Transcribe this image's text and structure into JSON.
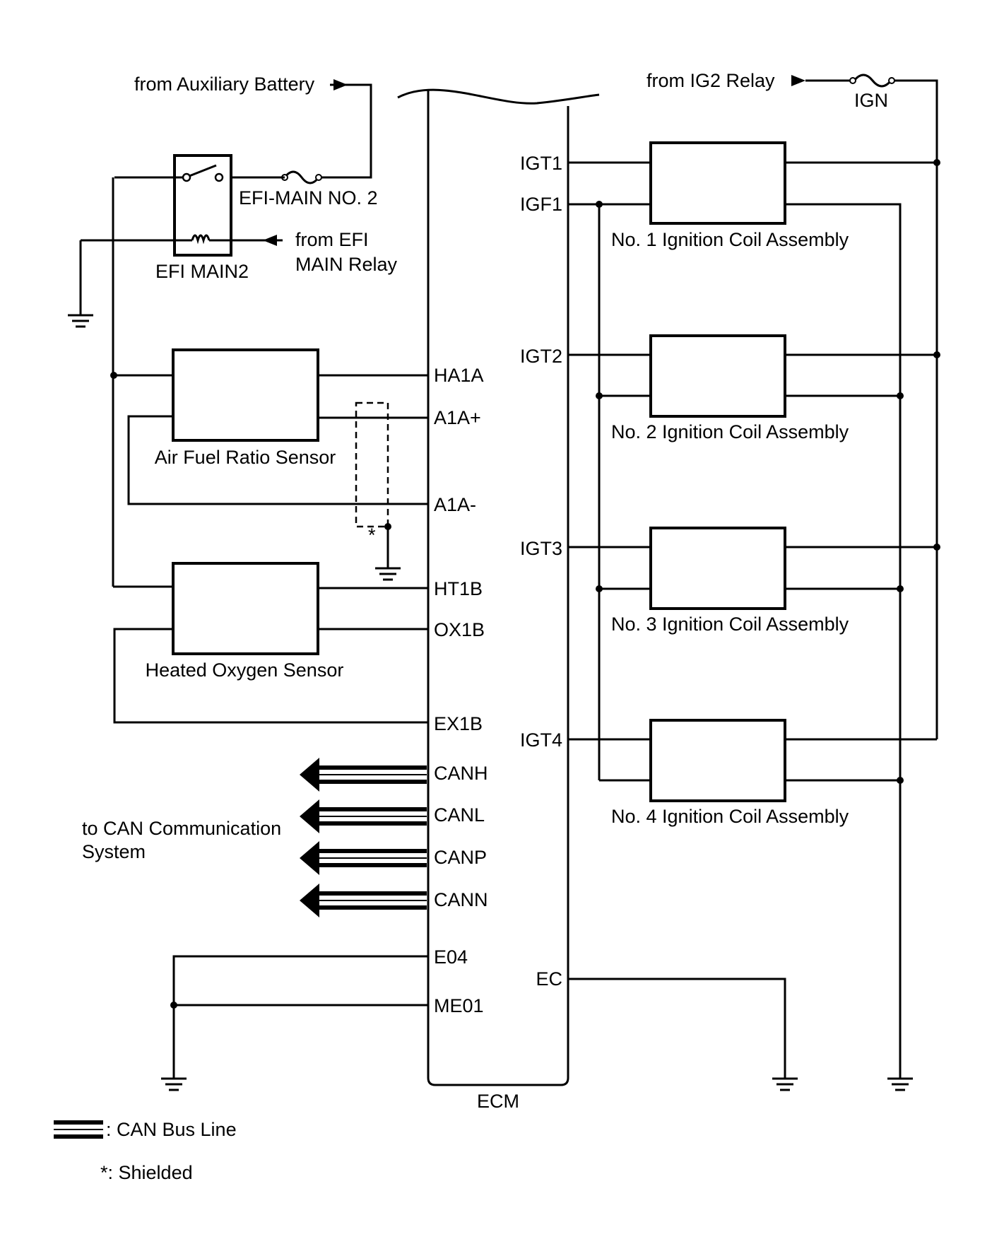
{
  "colors": {
    "line": "#000000",
    "background": "#ffffff"
  },
  "ecm": {
    "label": "ECM",
    "left_pins": {
      "ha1a": "HA1A",
      "a1a_plus": "A1A+",
      "a1a_minus": "A1A-",
      "ht1b": "HT1B",
      "ox1b": "OX1B",
      "ex1b": "EX1B",
      "canh": "CANH",
      "canl": "CANL",
      "canp": "CANP",
      "cann": "CANN",
      "e04": "E04",
      "me01": "ME01"
    },
    "right_pins": {
      "igt1": "IGT1",
      "igf1": "IGF1",
      "igt2": "IGT2",
      "igt3": "IGT3",
      "igt4": "IGT4",
      "ec": "EC"
    }
  },
  "labels": {
    "from_aux_battery": "from Auxiliary Battery",
    "efi_main_no2": "EFI-MAIN NO. 2",
    "from_efi_line1": "from EFI",
    "from_efi_line2": "MAIN Relay",
    "efi_main2": "EFI MAIN2",
    "from_ig2": "from IG2 Relay",
    "ign": "IGN",
    "af_sensor": "Air Fuel Ratio Sensor",
    "o2_sensor": "Heated Oxygen Sensor",
    "can_line1": "to CAN Communication",
    "can_line2": "System",
    "shield_star": "*"
  },
  "coils": [
    "No. 1 Ignition Coil Assembly",
    "No. 2 Ignition Coil Assembly",
    "No. 3 Ignition Coil Assembly",
    "No. 4 Ignition Coil Assembly"
  ],
  "legend": {
    "can_bus": ": CAN Bus Line",
    "shielded": "*: Shielded"
  }
}
